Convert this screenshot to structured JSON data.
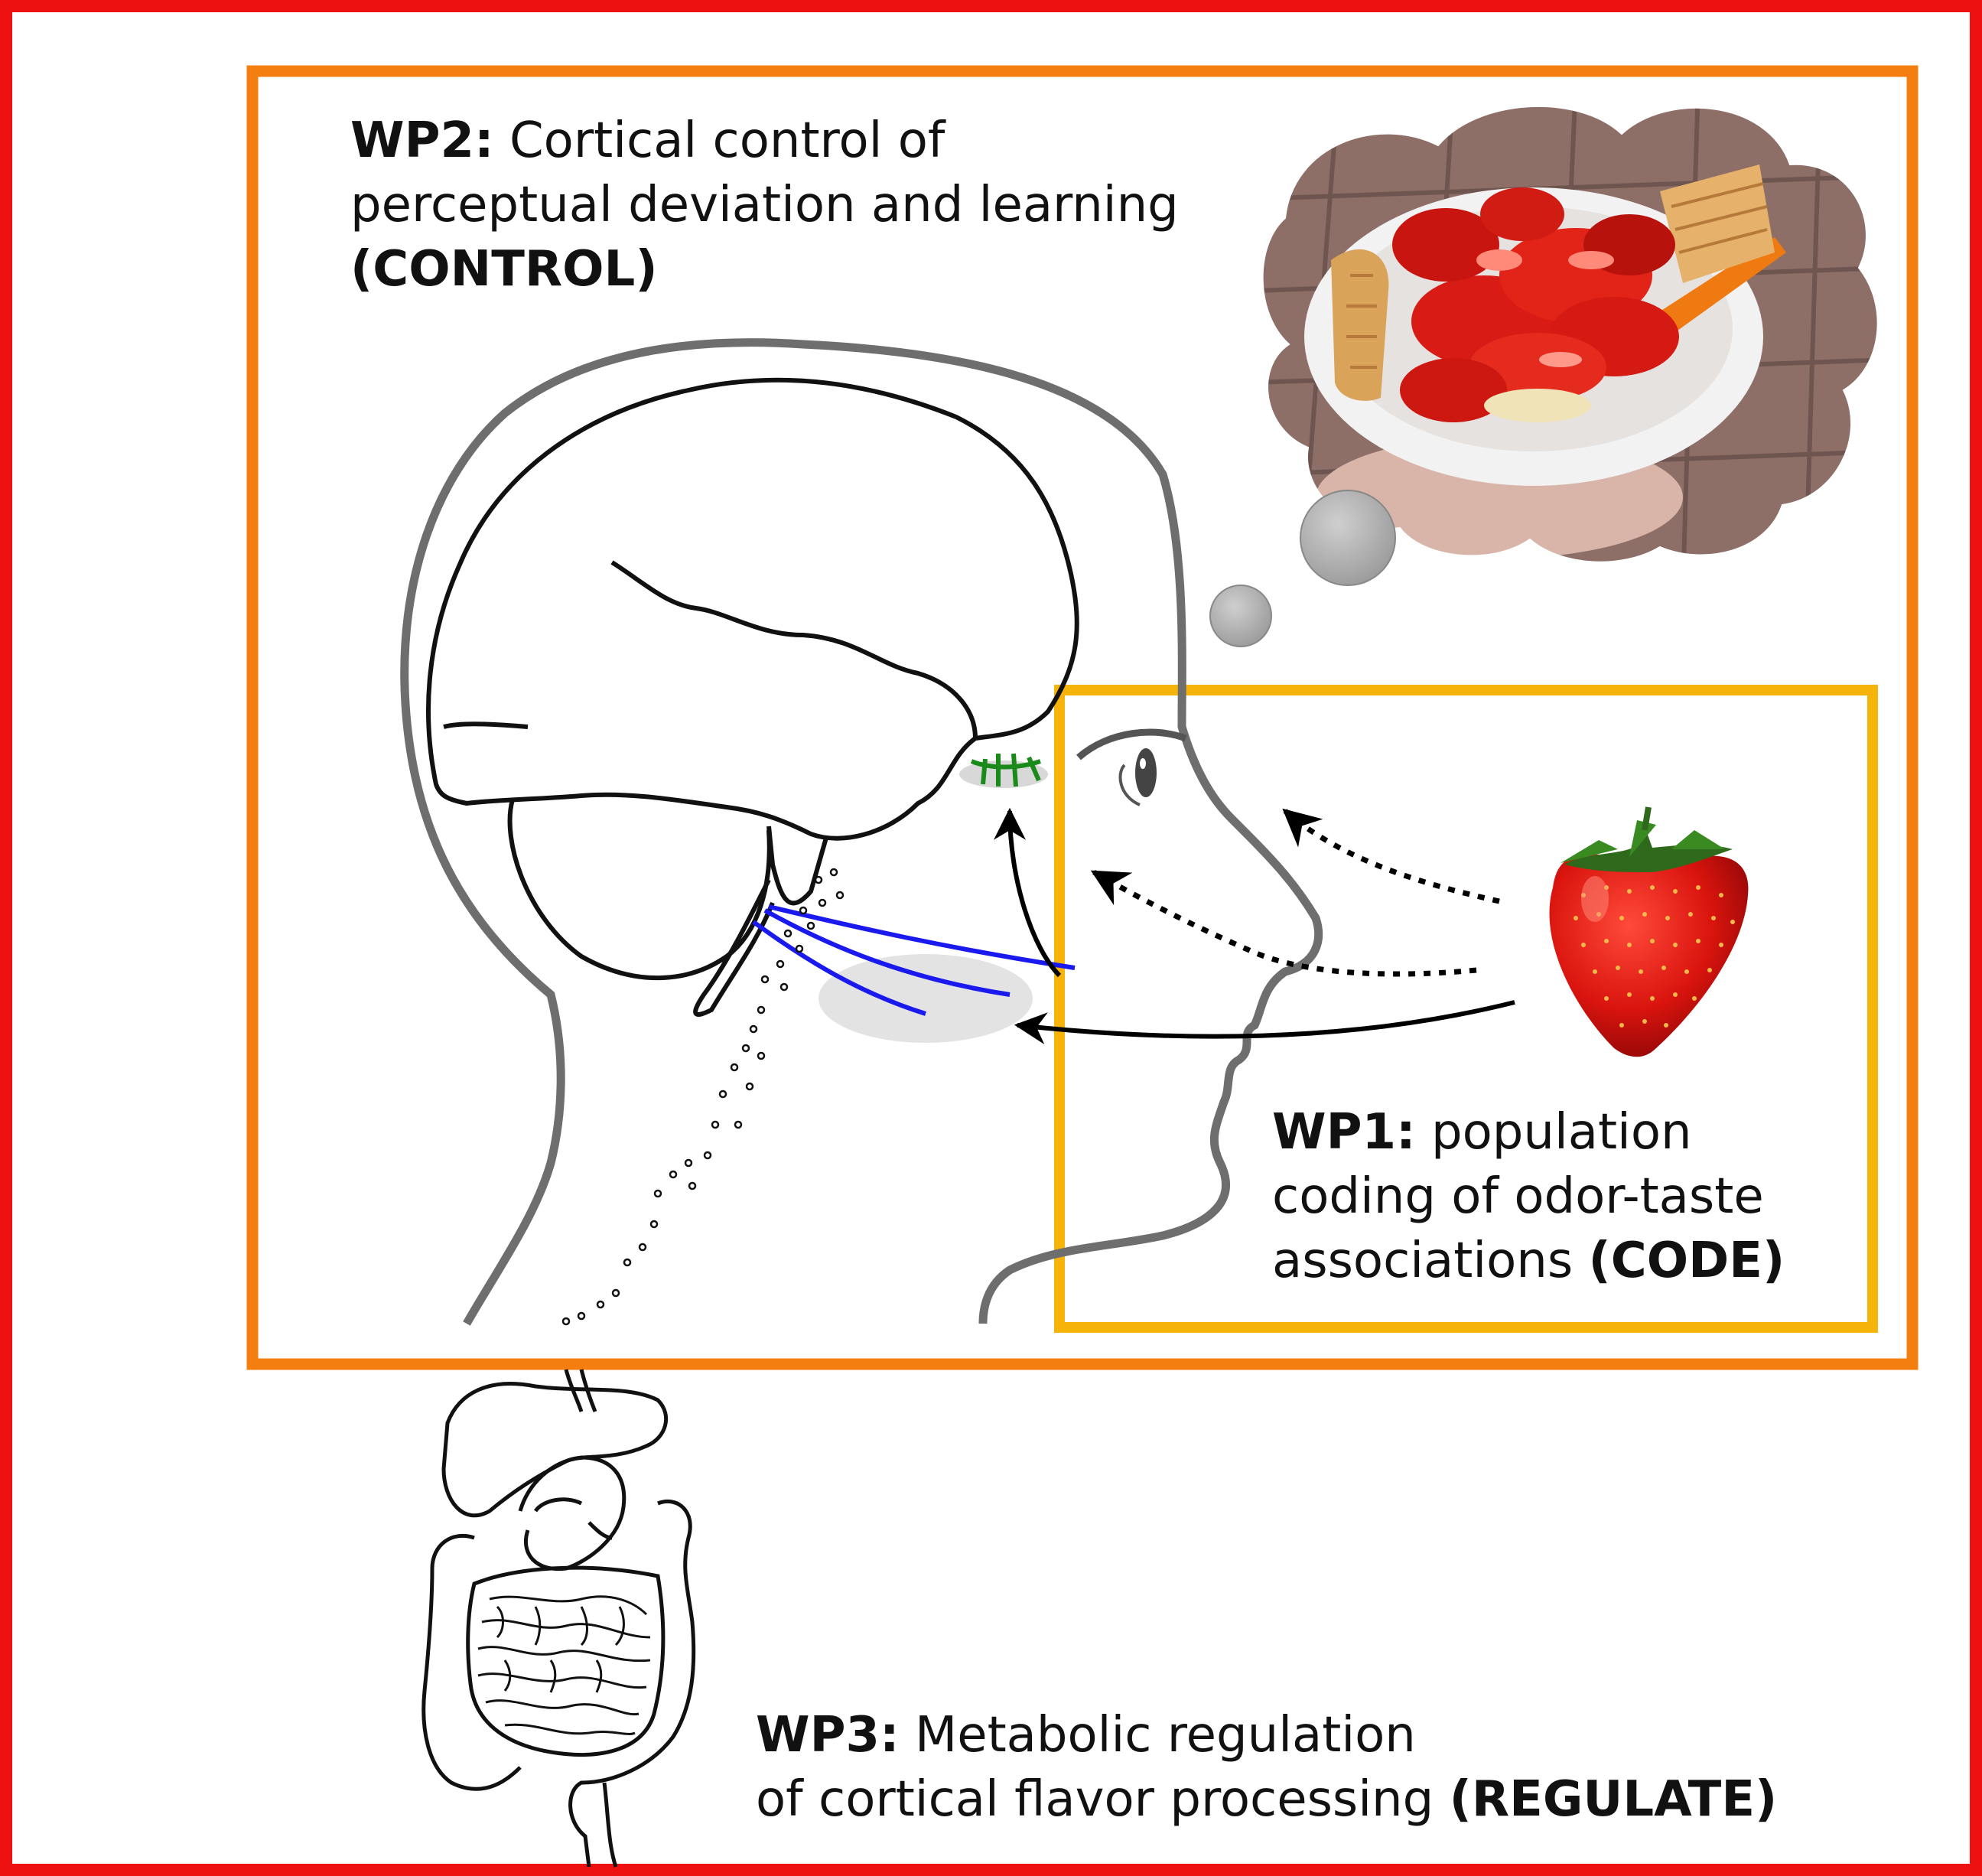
{
  "wp2": {
    "tag": "WP2:",
    "line1": "Cortical control of",
    "line2": "perceptual deviation and learning",
    "line3": "(CONTROL)"
  },
  "wp1": {
    "tag": "WP1:",
    "line1": "population",
    "line2": "coding of odor-taste",
    "line3": "associations",
    "code": "(CODE)"
  },
  "wp3": {
    "tag": "WP3:",
    "line1": "Metabolic regulation",
    "line2": "of cortical flavor processing",
    "code": "(REGULATE)"
  },
  "colors": {
    "outer_frame": "#ee1111",
    "wp2_frame": "#f47f10",
    "wp1_frame": "#f6b40a",
    "head_outline": "#6e6e6e",
    "nerve": "#1a1aee",
    "olfactory": "#1a8a1a"
  },
  "icons": [
    "strawberry-icon",
    "dessert-thought-image",
    "brain-icon",
    "digestive-system-icon"
  ]
}
